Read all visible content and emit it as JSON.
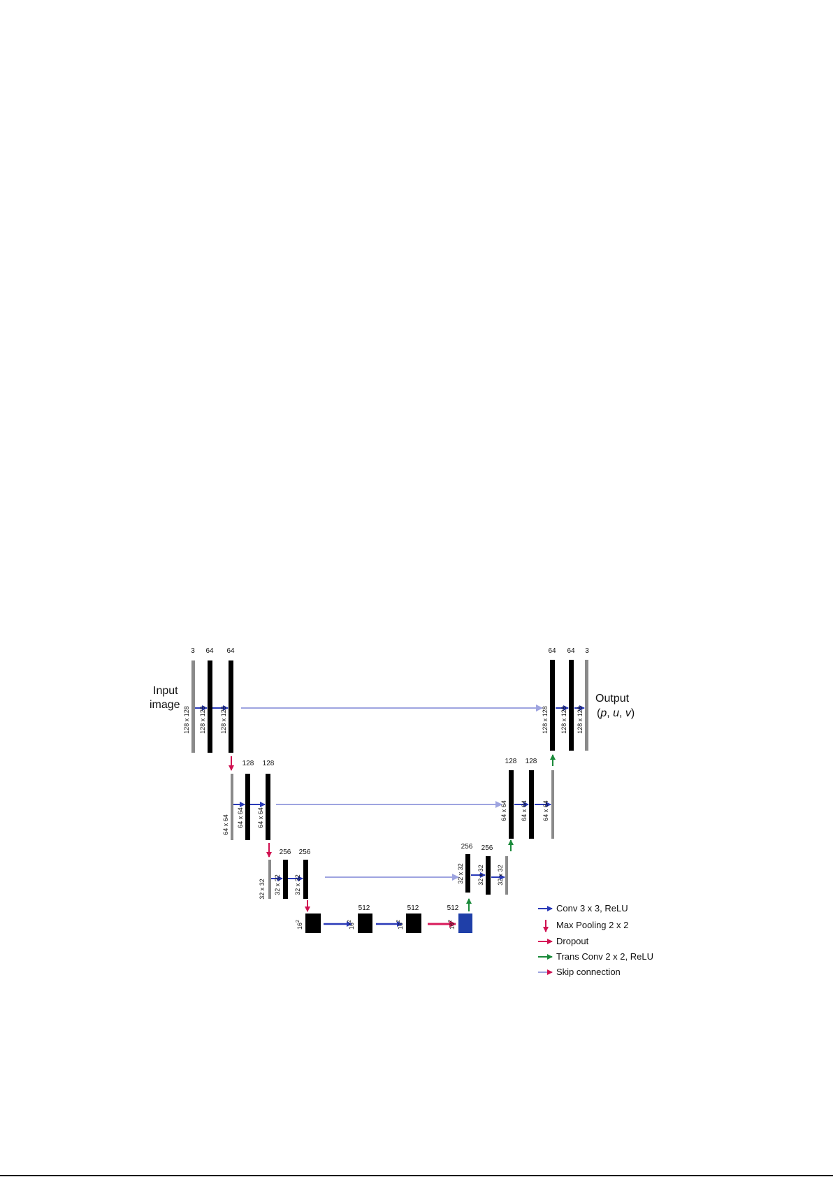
{
  "colors": {
    "conv": "#2a3ab8",
    "pool": "#d01050",
    "dropout": "#d81a5a",
    "trans": "#1a8a3a",
    "skip": "#9ea4e0",
    "block": "#000000",
    "input_bar": "#8a8a8a",
    "bottleneck_highlight": "#1f3fa8"
  },
  "labels": {
    "input_line1": "Input",
    "input_line2": "image",
    "output_line1": "Output",
    "output_p": "p",
    "output_u": "u",
    "output_v": "v"
  },
  "channels": {
    "enc1_in": "3",
    "enc1_a": "64",
    "enc1_b": "64",
    "enc2_a": "128",
    "enc2_b": "128",
    "enc3_a": "256",
    "enc3_b": "256",
    "bot_b": "512",
    "bot_c": "512",
    "bot_d": "512",
    "dec3_a": "256",
    "dec3_b": "256",
    "dec2_a": "128",
    "dec2_b": "128",
    "dec1_a": "64",
    "dec1_b": "64",
    "dec1_out": "3"
  },
  "dims": {
    "d128": "128 x 128",
    "d64": "64 x 64",
    "d32": "32 x 32",
    "d16_base": "16",
    "d16_exp": "2"
  },
  "legend": [
    {
      "key": "conv",
      "label": "Conv 3 x 3, ReLU"
    },
    {
      "key": "pool",
      "label": "Max Pooling 2 x 2"
    },
    {
      "key": "dropout",
      "label": "Dropout"
    },
    {
      "key": "trans",
      "label": "Trans Conv 2 x 2, ReLU"
    },
    {
      "key": "skip",
      "label": "Skip connection"
    }
  ]
}
